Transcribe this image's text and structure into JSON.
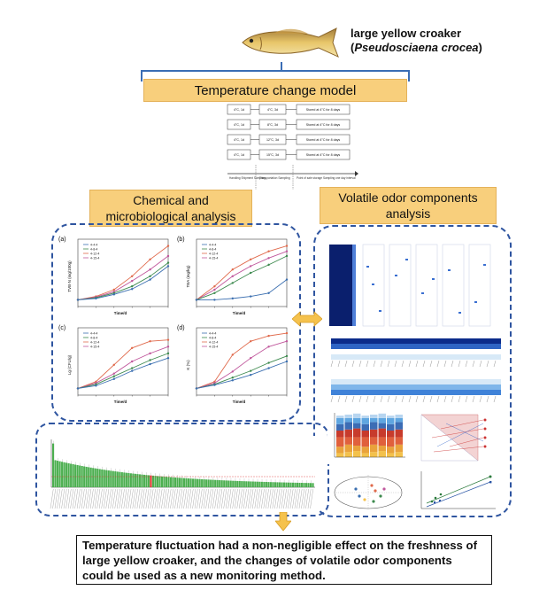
{
  "species": {
    "common_name": "large yellow croaker",
    "scientific_name": "Pseudosciaena crocea",
    "open_paren": "(",
    "close_paren": ")"
  },
  "model_title": "Temperature change  model",
  "protocol": {
    "rows": [
      {
        "stage1": "4°C, 1d",
        "stage2": "4°C, 3d",
        "stage3": "Stored at 4°C for 8 days"
      },
      {
        "stage1": "4°C, 1d",
        "stage2": "8°C, 3d",
        "stage3": "Stored at 4°C for 8 days"
      },
      {
        "stage1": "4°C, 1d",
        "stage2": "12°C, 3d",
        "stage3": "Stored at 4°C for 8 days"
      },
      {
        "stage1": "4°C, 1d",
        "stage2": "15°C, 3d",
        "stage3": "Stored at 4°C for 8 days"
      }
    ],
    "timeline_labels": [
      "Handling Shipment Sampling",
      "Transportation Sampling",
      "Point of sale storage Sampling one day interval"
    ]
  },
  "sections": {
    "chemical": "Chemical and microbiological analysis",
    "volatile": "Volatile odor components analysis"
  },
  "panels": [
    {
      "tag": "(a)",
      "ylabel": "TVB-N (mg/100g)",
      "xlabel": "Time/d"
    },
    {
      "tag": "(b)",
      "ylabel": "TBA (mg/kg)",
      "xlabel": "Time/d"
    },
    {
      "tag": "(c)",
      "ylabel": "Lg (CFU/g)",
      "xlabel": "Time/d"
    },
    {
      "tag": "(d)",
      "ylabel": "K (%)",
      "xlabel": "Time/d"
    }
  ],
  "legend_labels": [
    "4-4-4",
    "4-8-4",
    "4-12-4",
    "4-15-4"
  ],
  "series_colors": [
    "#3b6fb0",
    "#3d8a4e",
    "#e06a4c",
    "#c0579c"
  ],
  "bar_colors": {
    "main": "#4caf50",
    "highlight": "#d9342b"
  },
  "conclusion": "Temperature fluctuation had a non-negligible effect on the freshness of large yellow croaker, and the changes of volatile odor components could be used as a new monitoring method."
}
